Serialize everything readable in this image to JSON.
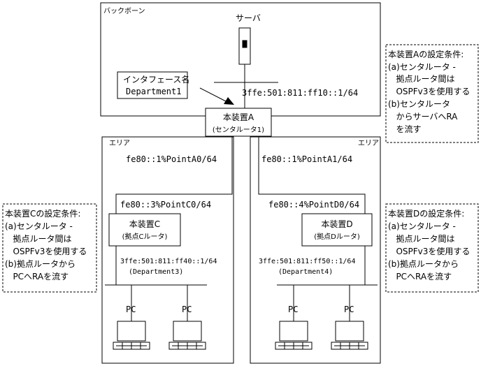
{
  "backbone": {
    "label": "バックボーン"
  },
  "server": {
    "label": "サーバ"
  },
  "interface_callout": {
    "line1": "インタフェース名",
    "line2": "Department1"
  },
  "backbone_prefix": "3ffe:501:811:ff10::1/64",
  "router_a": {
    "line1": "本装置A",
    "line2": "(センタルータ1)"
  },
  "area_left": {
    "label": "エリア",
    "link_a": "fe80::1%PointA0/64",
    "link_c": "fe80::3%PointC0/64"
  },
  "area_right": {
    "label": "エリア",
    "link_a": "fe80::1%PointA1/64",
    "link_d": "fe80::4%PointD0/64"
  },
  "router_c": {
    "line1": "本装置C",
    "line2": "(拠点Cルータ)",
    "prefix": "3ffe:501:811:ff40::1/64",
    "dept": "(Department3)"
  },
  "router_d": {
    "line1": "本装置D",
    "line2": "(拠点Dルータ)",
    "prefix": "3ffe:501:811:ff50::1/64",
    "dept": "(Department4)"
  },
  "pc_label": "PC",
  "note_a": {
    "lines": [
      "本装置Aの設定条件:",
      "(a)センタルータ -",
      "   拠点ルータ間は",
      "   OSPFv3を使用する",
      "(b)センタルータ",
      "   からサーバへRA",
      "   を流す"
    ]
  },
  "note_c": {
    "lines": [
      "本装置Cの設定条件:",
      "(a)センタルータ -",
      "   拠点ルータ間は",
      "   OSPFv3を使用する",
      "(b)拠点ルータから",
      "   PCへRAを流す"
    ]
  },
  "note_d": {
    "lines": [
      "本装置Dの設定条件:",
      "(a)センタルータ -",
      "   拠点ルータ間は",
      "   OSPFv3を使用する",
      "(b)拠点ルータから",
      "   PCへRAを流す"
    ]
  }
}
